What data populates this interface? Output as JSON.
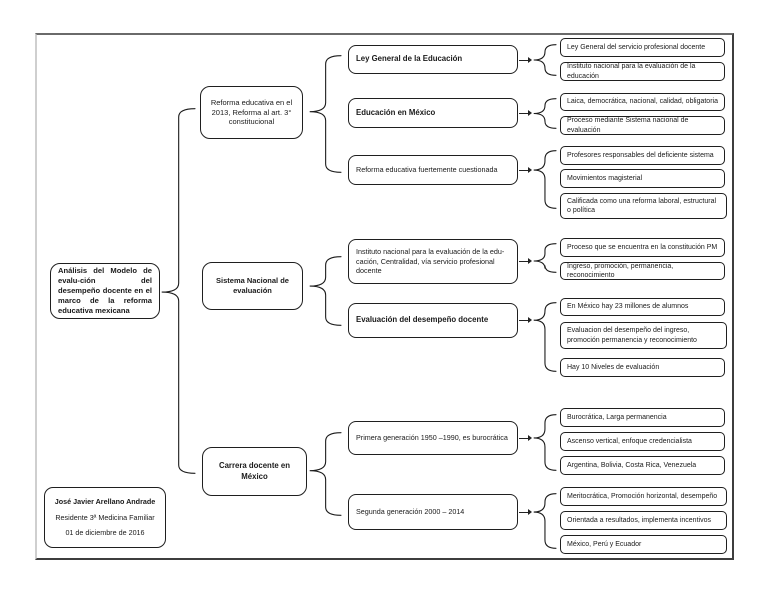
{
  "page": {
    "diagram": {
      "root": {
        "label": "Análisis del Modelo de evalu-ción del desempeño docente en el marco de la reforma educativa mexicana"
      },
      "branches": [
        {
          "label": "Reforma educativa en el 2013, Reforma al art. 3° constitucional",
          "children": [
            {
              "label": "Ley General de la Educación",
              "leaves": [
                "Ley General del servicio profesional docente",
                "Instituto nacional para la evaluación de la educación"
              ]
            },
            {
              "label": "Educación en México",
              "leaves": [
                "Laica, democrática, nacional, calidad, obligatoria",
                "Proceso mediante Sistema nacional de evaluación"
              ]
            },
            {
              "label": "Reforma educativa fuertemente cuestionada",
              "leaves": [
                "Profesores responsables del deficiente sistema",
                "Movimientos magisterial",
                "Calificada como una reforma laboral, estructural o política"
              ]
            }
          ]
        },
        {
          "label": "Sistema Nacional de evaluación",
          "children": [
            {
              "label": "Instituto nacional para la evaluación de la edu-cación, Centralidad, vía servicio profesional docente",
              "leaves": [
                "Proceso que se encuentra en la constitución PM",
                "Ingreso, promoción, permanencia, reconocimiento"
              ]
            },
            {
              "label": "Evaluación del desempeño docente",
              "leaves": [
                "En México hay 23 millones de alumnos",
                "Evaluacion del desempeño del ingreso,  promoción permanencia y reconocimiento",
                "Hay 10 Niveles de evaluación"
              ]
            }
          ]
        },
        {
          "label": "Carrera docente en México",
          "children": [
            {
              "label": "Primera generación 1950 –1990, es burocrática",
              "leaves": [
                "Burocrática, Larga permanencia",
                "Ascenso vertical, enfoque credencialista",
                "Argentina, Bolivia, Costa Rica, Venezuela"
              ]
            },
            {
              "label": "Segunda generación 2000 – 2014",
              "leaves": [
                "Meritocrática, Promoción horizontal, desempeño",
                "Orientada a resultados, implementa incentivos",
                "México, Perú y Ecuador"
              ]
            }
          ]
        }
      ]
    },
    "author": {
      "name": "José Javier Arellano Andrade",
      "role": "Residente 3ª Medicina Familiar",
      "date": "01 de diciembre de 2016"
    }
  }
}
